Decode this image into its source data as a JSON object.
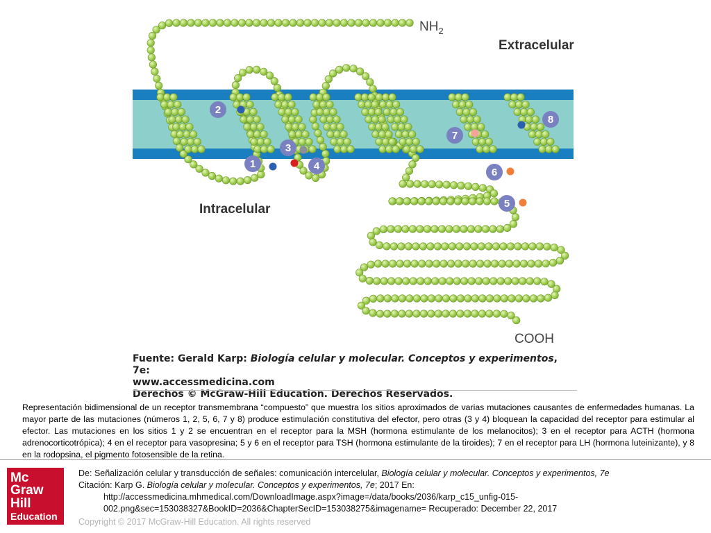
{
  "diagram": {
    "labels": {
      "extracellular": "Extracelular",
      "intracellular": "Intracelular",
      "n_terminus": "NH",
      "n_terminus_sub": "2",
      "c_terminus": "COOH"
    },
    "sites": [
      "1",
      "2",
      "3",
      "4",
      "5",
      "6",
      "7",
      "8"
    ],
    "colors": {
      "membrane_fill": "#8ccfcb",
      "membrane_edge": "#1a7fc1",
      "bead": "#a6d35a",
      "bead_edge": "#6f9a2a",
      "site_badge": "#7a81c0",
      "mutation_blue": "#2b5fb0",
      "mutation_red": "#d81e1e",
      "mutation_orange": "#f07f3c",
      "mutation_gray": "#8a8f9a",
      "mutation_pink": "#f4a39a"
    }
  },
  "source": {
    "line1_label": "Fuente: Gerald Karp: ",
    "line1_title": "Biología celular y molecular. Conceptos y experimentos",
    "line1_tail": ", 7e:",
    "line2": "www.accessmedicina.com",
    "line3": "Derechos © McGraw-Hill Education. Derechos Reservados."
  },
  "caption": "Representación bidimensional de un receptor transmembrana “compuesto” que muestra los sitios aproximados de varias mutaciones causantes de enfermedades humanas. La mayor parte de las mutaciones (números 1, 2, 5, 6, 7 y 8) produce estimulación constitutiva del efector, pero otras (3 y 4) bloquean la capacidad del receptor para estimular al efector. Las mutaciones en los sitios 1 y 2 se encuentran en el receptor para la MSH (hormona estimulante de los melanocitos); 3 en el receptor para ACTH (hormona adrenocorticotrópica); 4 en el receptor para vasopresina; 5 y 6 en el receptor para TSH (hormona estimulante de la tiroides); 7 en el receptor para LH (hormona luteinizante), y 8 en la rodopsina, el pigmento fotosensible de la retina.",
  "logo": {
    "l1": "Mc",
    "l2": "Graw",
    "l3": "Hill",
    "l4": "Education"
  },
  "citation": {
    "de_label": "De: ",
    "de_text": "Señalización celular y transducción de señales: comunicación intercelular, ",
    "de_book": "Biología celular y molecular. Conceptos y experimentos, 7e",
    "cit_label": "Citación: ",
    "cit_text": "Karp G. ",
    "cit_book": "Biología celular y molecular. Conceptos y experimentos, 7e",
    "cit_tail": "; 2017 En:",
    "url1": "http://accessmedicina.mhmedical.com/DownloadImage.aspx?image=/data/books/2036/karp_c15_unfig-015-",
    "url2": "002.png&sec=153038327&BookID=2036&ChapterSecID=153038275&imagename= Recuperado: December 22, 2017"
  },
  "copyright": "Copyright © 2017 McGraw-Hill Education. All rights reserved"
}
